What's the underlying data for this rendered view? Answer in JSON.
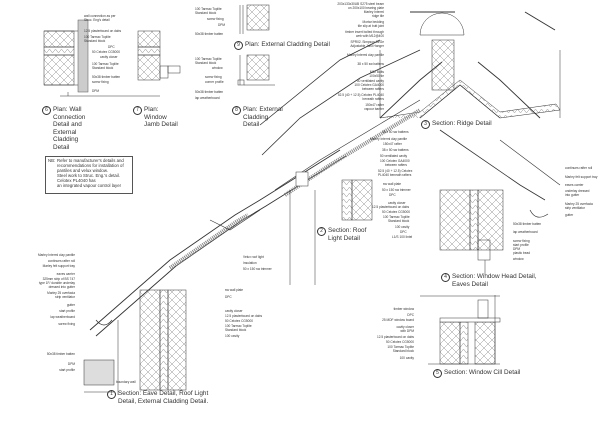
{
  "captions": {
    "c1": {
      "num": "1",
      "text": "Section: Eave Detail, Roof Light Detail, External Cladding Detail."
    },
    "c2": {
      "num": "2",
      "text": "Section: Roof Light Detail"
    },
    "c3": {
      "num": "3",
      "text": "Section: Ridge Detail"
    },
    "c4": {
      "num": "4",
      "text": "Section: Window Head Detail, Eaves Detail"
    },
    "c5": {
      "num": "5",
      "text": "Section: Window Cill Detail"
    },
    "c6": {
      "num": "6",
      "text": "Plan: Wall Connection Detail and External Cladding Detail"
    },
    "c7": {
      "num": "7",
      "text": "Plan: Window Jamb Detail"
    },
    "c8": {
      "num": "8",
      "text": "Plan: External Cladding Detail"
    },
    "c9": {
      "num": "9",
      "text": "Plan: External Cladding Detail"
    }
  },
  "note": {
    "key": "NB:",
    "lines": [
      "Refer to manufacturer's details and",
      "recommendations for installation of",
      "pantiles and velux window.",
      "Steel work to Struc. Eng.'s detail.",
      "Celotex PL4040 has",
      "an integrated vapour control layer"
    ]
  },
  "labels": {
    "plan6": [
      "wall connection as per",
      "Struc. Eng's detail",
      "12.5 plasterboard on dabs",
      "100 Tarmac Toplite",
      "Standard block",
      "DPC",
      "50 Celotex CG5000",
      "cavity closer",
      "100 Tarmac Toplite",
      "Standard block",
      "50x38 timber batten",
      "screw fixing",
      "DPM"
    ],
    "plan9": [
      "100 Tarmac Toplite",
      "Standard block",
      "screw fixing",
      "DPM",
      "50x38 timber batten"
    ],
    "plan8": [
      "100 Tarmac Toplite",
      "Standard block",
      "window",
      "screw fixing",
      "corner profile",
      "50x38 timber batten",
      "lap weatherboard"
    ],
    "ridge": [
      "203x133x30UB S275 steel beam",
      "on 200x100 bearing plate",
      "Marley Interml",
      "ridge tile",
      "Mortar bedding",
      "tile slip at butt joint",
      "timber insert bolted through",
      "web with M12@400",
      "SPR02. Simpson StrGe",
      "Adjustable Joist Hanger",
      "Marley Interml clay pantile",
      "38 x 50 sw battens",
      "M12 Bolts",
      "100x50 tie",
      "50 ventilated cavity",
      "100 Celotex GA4000",
      "between rafters",
      "52.5 (40 + 12.5) Celotex PL4040",
      "beneath rafters",
      "150x47 rafter",
      "vapour barrier"
    ],
    "rooflight": [
      "38 x 50 sw battens",
      "Marley Interml clay pantile",
      "150x47 rafter",
      "38 x 50 sw battens",
      "50 ventilated cavity",
      "100 Celotex GA4000",
      "between rafters",
      "52.5 (40 + 12.5) Celotex",
      "PL4040 beneath rafters",
      "sw wall plate",
      "50 x 150 sw trimmer",
      "DPC",
      "cavity closer",
      "12.5 plasterboard on dabs",
      "50 Celotex CG5000",
      "100 Tarmac Toplite",
      "Standard block",
      "100 cavity",
      "DPC",
      "L1/S 100 lintel"
    ],
    "eaves_right": [
      "continues rafter roll",
      "Marley felt support tray",
      "eaves carrier",
      "underlay dressed",
      "into gutter",
      "Marley 25 overfacia",
      "strip ventilator",
      "gutter"
    ],
    "window_head": [
      "50x38 timber batten",
      "lap weatherboard",
      "screw fixing",
      "start profile",
      "DPM",
      "plastic bead",
      "window"
    ],
    "cill": [
      "timber window",
      "DPC",
      "25 MDF window board",
      "cavity closer",
      "with DPM",
      "12.5 plasterboard on dabs",
      "50 Celotex CG5000",
      "100 Tarmac Toplite",
      "Standard block",
      "100 cavity"
    ],
    "eaves_left": [
      "Marley Interml clay pantile",
      "continues rafter roll",
      "Marley felt support tray",
      "eaves carrier",
      "325mm strip of BS 747",
      "type 1F/ durable underlay",
      "dressed into gutter",
      "Marley 25 overfacia",
      "strip ventilator",
      "gutter",
      "start profile",
      "lap weatherboard",
      "screw fixing",
      "50x38 timber batten",
      "DPM",
      "start profile",
      "boundary wall"
    ],
    "section1_mid": [
      "Velux roof light",
      "Insulation",
      "50 x 150 sw trimmer",
      "sw wall plate",
      "DPC",
      "cavity closer",
      "12.5 plasterboard on dabs",
      "50 Celotex CG5000",
      "100 Tarmac Toplite",
      "Standard block",
      "100 cavity"
    ]
  }
}
